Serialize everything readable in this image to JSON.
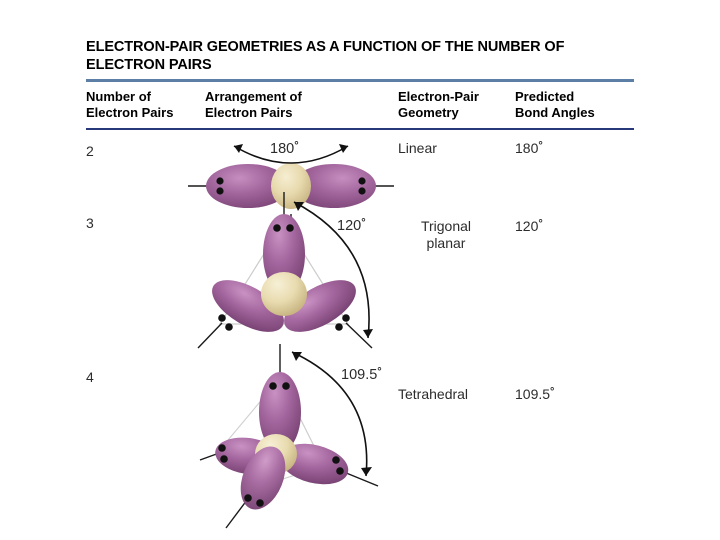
{
  "title": "ELECTRON-PAIR GEOMETRIES AS A FUNCTION OF THE NUMBER OF ELECTRON PAIRS",
  "colors": {
    "rule_top": "#5d7fa6",
    "rule_header": "#27397a",
    "lobe_purple": "#9b5c96",
    "lobe_purple_light": "#b87cb3",
    "lobe_purple_dark": "#7c4478",
    "center_cream": "#ece0b8",
    "center_cream_dark": "#cfbe8a",
    "electron_dot": "#111111",
    "bond_line": "#1a1a1a",
    "wireframe": "#c9c9c9",
    "background": "#ffffff"
  },
  "headers": [
    {
      "label": "Number of\nElectron Pairs"
    },
    {
      "label": "Arrangement of\nElectron Pairs"
    },
    {
      "label": "Electron-Pair\nGeometry"
    },
    {
      "label": "Predicted\nBond Angles"
    }
  ],
  "rows": [
    {
      "number": "2",
      "arrangement_icon": "linear-electron-pair-model",
      "arc_angle_value": "180",
      "arc_angle_degree": "°",
      "geometry": "Linear",
      "bond_angle_value": "180",
      "bond_angle_degree": "°",
      "lobe_count": 2
    },
    {
      "number": "3",
      "arrangement_icon": "trigonal-planar-electron-pair-model",
      "arc_angle_value": "120",
      "arc_angle_degree": "°",
      "geometry": "Trigonal\nplanar",
      "bond_angle_value": "120",
      "bond_angle_degree": "°",
      "lobe_count": 3
    },
    {
      "number": "4",
      "arrangement_icon": "tetrahedral-electron-pair-model",
      "arc_angle_value": "109.5",
      "arc_angle_degree": "°",
      "geometry": "Tetrahedral",
      "bond_angle_value": "109.5",
      "bond_angle_degree": "°",
      "lobe_count": 4
    }
  ]
}
